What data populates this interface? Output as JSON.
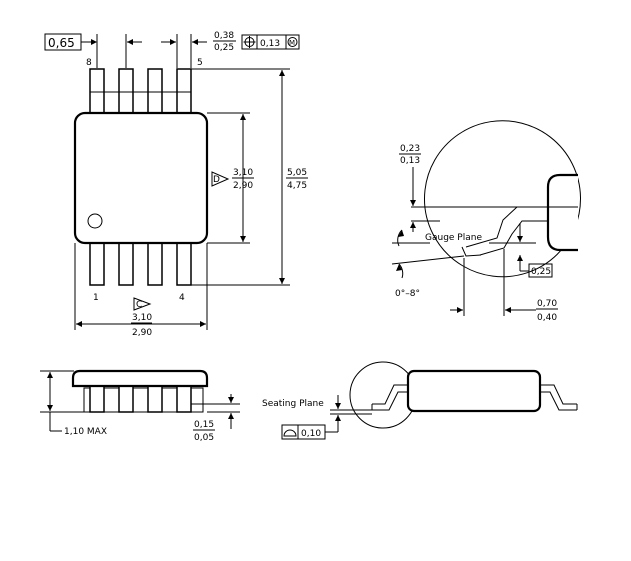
{
  "top_view": {
    "pitch_label": "0,65",
    "lead_width_max": "0,38",
    "lead_width_min": "0,25",
    "position_tolerance": "0,13",
    "modifier": "M",
    "position_symbol": "⊕",
    "pin_8": "8",
    "pin_5": "5",
    "pin_1": "1",
    "pin_4": "4",
    "datum_d": "D",
    "datum_c": "C",
    "body_width_max": "3,10",
    "body_width_min": "2,90",
    "body_length_max": "3,10",
    "body_length_min": "2,90",
    "overall_width_max": "5,05",
    "overall_width_min": "4,75"
  },
  "side_view": {
    "height_max": "1,10 MAX",
    "standoff_max": "0,15",
    "standoff_min": "0,05",
    "seating_plane": "Seating Plane",
    "flatness": "0,10"
  },
  "detail_view": {
    "lead_thickness_max": "0,23",
    "lead_thickness_min": "0,13",
    "gauge_plane": "Gauge Plane",
    "gauge_dim": "0,25",
    "angle": "0°–8°",
    "foot_length_max": "0,70",
    "foot_length_min": "0,40"
  }
}
